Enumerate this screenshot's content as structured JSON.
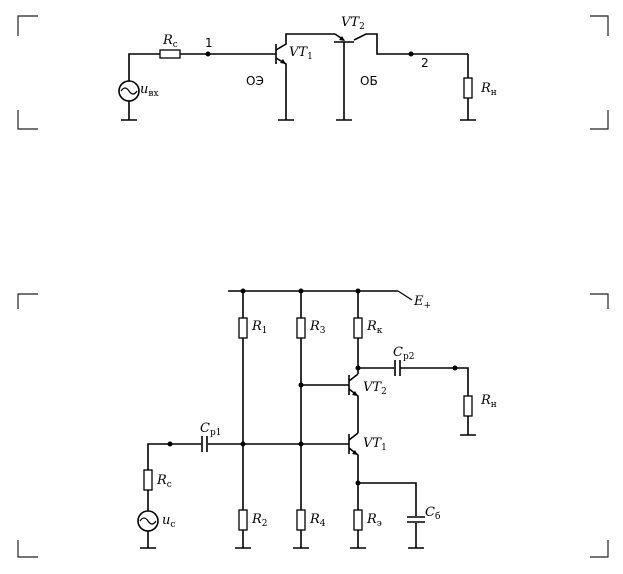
{
  "top": {
    "rc": {
      "main": "R",
      "sub": "c"
    },
    "node1": "1",
    "node2": "2",
    "vt1": {
      "main": "VT",
      "sub": "1"
    },
    "vt2": {
      "main": "VT",
      "sub": "2"
    },
    "oe": "ОЭ",
    "ob": "ОБ",
    "rn": {
      "main": "R",
      "sub": "н"
    },
    "uin": {
      "main": "u",
      "sub": "вх"
    }
  },
  "bottom": {
    "eplus": {
      "main": "E",
      "sub": "+"
    },
    "r1": {
      "main": "R",
      "sub": "1"
    },
    "r2": {
      "main": "R",
      "sub": "2"
    },
    "r3": {
      "main": "R",
      "sub": "3"
    },
    "r4": {
      "main": "R",
      "sub": "4"
    },
    "rk": {
      "main": "R",
      "sub": "к"
    },
    "re": {
      "main": "R",
      "sub": "э"
    },
    "cp1": {
      "main": "C",
      "sub": "р1"
    },
    "cp2": {
      "main": "C",
      "sub": "р2"
    },
    "cb": {
      "main": "C",
      "sub": "б"
    },
    "vt1": {
      "main": "VT",
      "sub": "1"
    },
    "vt2": {
      "main": "VT",
      "sub": "2"
    },
    "rn": {
      "main": "R",
      "sub": "н"
    },
    "rc": {
      "main": "R",
      "sub": "с"
    },
    "uc": {
      "main": "u",
      "sub": "с"
    }
  }
}
